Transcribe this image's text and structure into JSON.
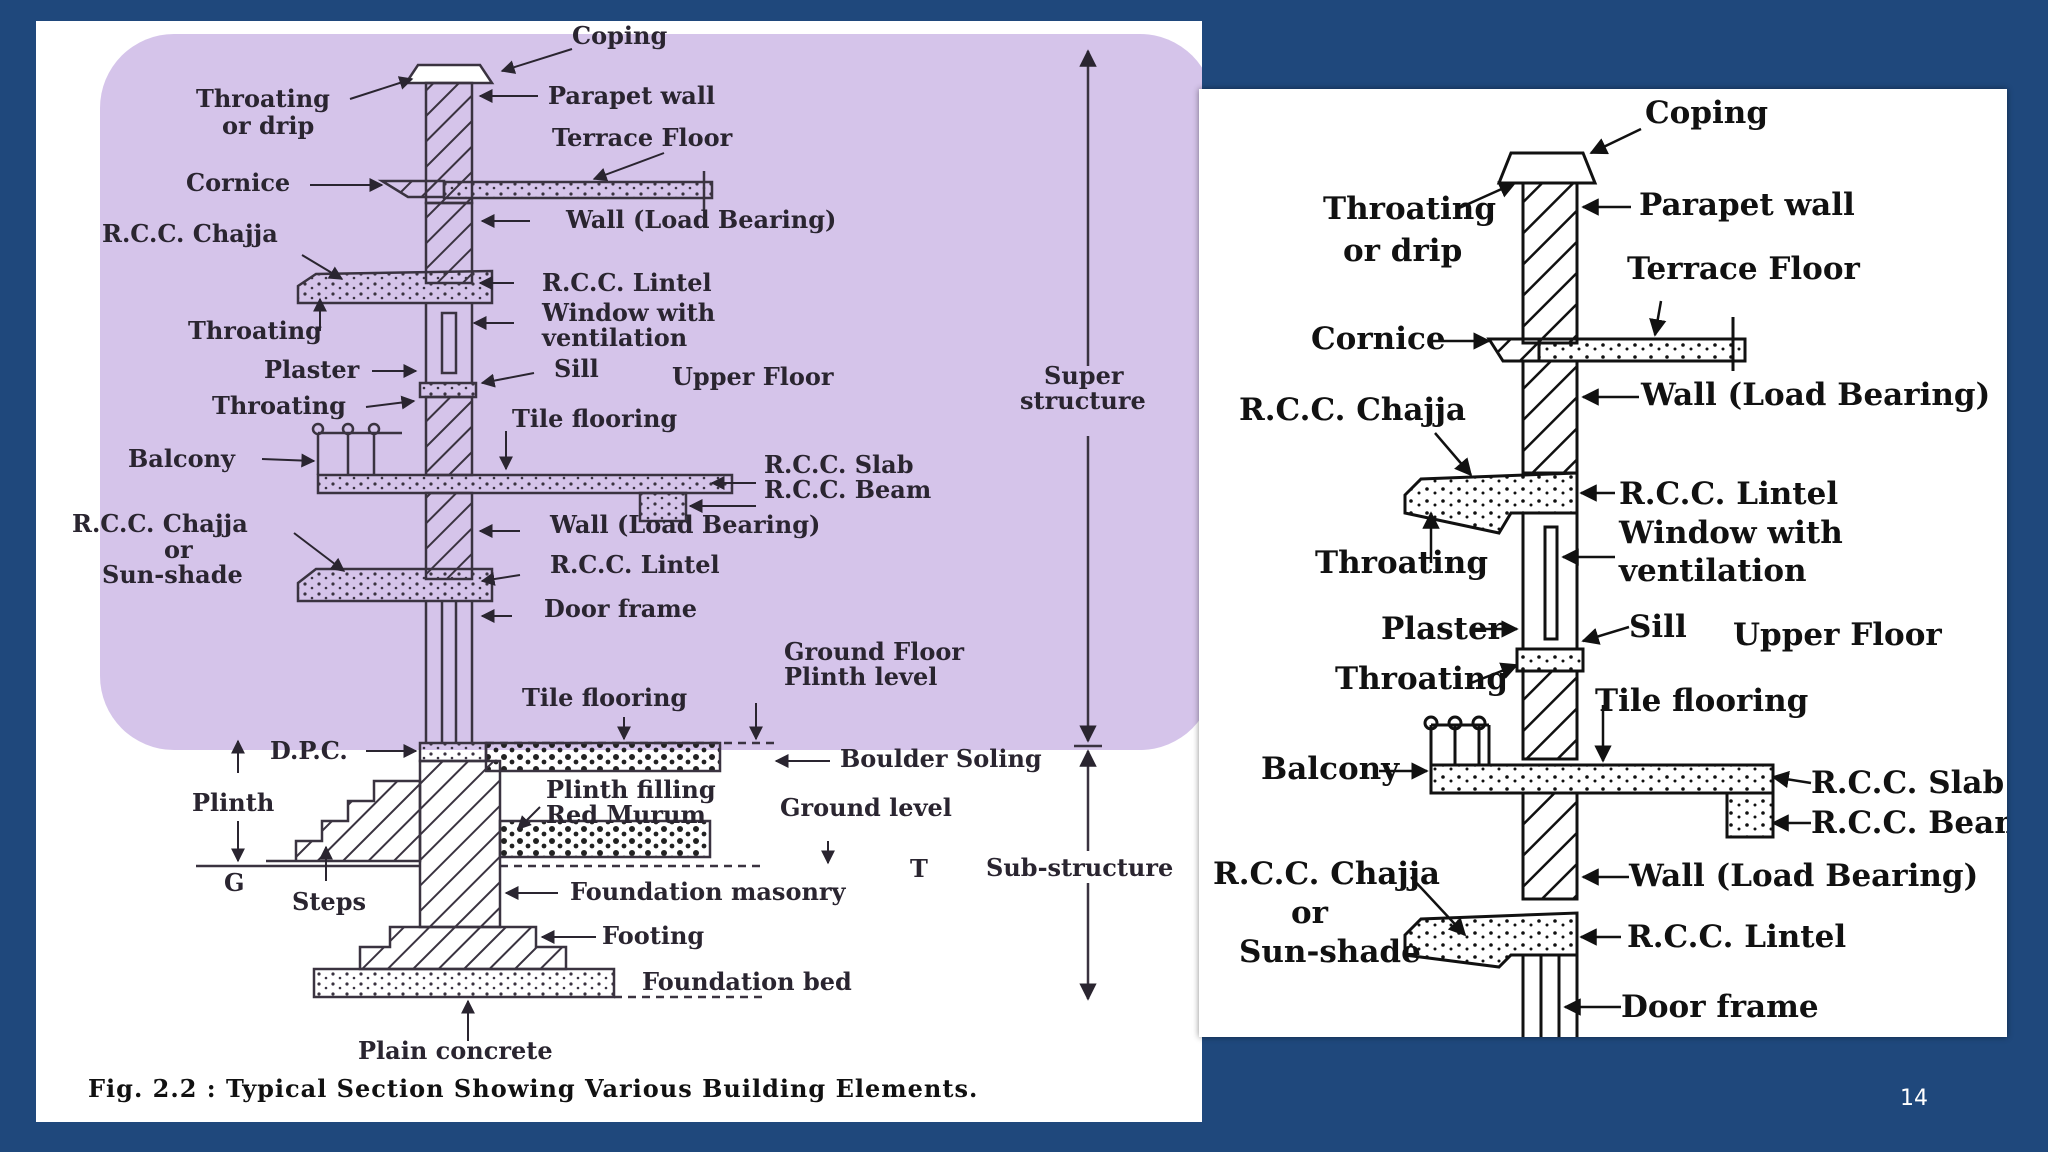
{
  "left_figure": {
    "labels": {
      "coping": "Coping",
      "throating_drip": [
        "Throating",
        "or drip"
      ],
      "parapet_wall": "Parapet wall",
      "terrace_floor": "Terrace Floor",
      "cornice": "Cornice",
      "wall_load_bearing_top": "Wall (Load Bearing)",
      "rcc_chajja_top": "R.C.C. Chajja",
      "rcc_lintel_top": "R.C.C. Lintel",
      "window": [
        "Window with",
        "ventilation"
      ],
      "throating_1": "Throating",
      "plaster": "Plaster",
      "sill": "Sill",
      "upper_floor": "Upper Floor",
      "throating_2": "Throating",
      "super_structure": [
        "Super",
        "structure"
      ],
      "tile_flooring_upper": "Tile flooring",
      "balcony": "Balcony",
      "rcc_slab": "R.C.C. Slab",
      "rcc_beam": "R.C.C. Beam",
      "rcc_chajja_bottom": [
        "R.C.C. Chajja",
        "or",
        "Sun-shade"
      ],
      "wall_load_bearing_bottom": "Wall (Load Bearing)",
      "rcc_lintel_bottom": "R.C.C. Lintel",
      "door_frame": "Door frame",
      "ground_floor_plinth": [
        "Ground Floor",
        "Plinth level"
      ],
      "tile_flooring_ground": "Tile flooring",
      "dpc": "D.P.C.",
      "boulder_soling": "Boulder Soling",
      "plinth": "Plinth",
      "plinth_filling": [
        "Plinth filling",
        "Red Murum"
      ],
      "ground_level": "Ground level",
      "g": "G",
      "t": "T",
      "sub_structure": "Sub-structure",
      "steps": "Steps",
      "foundation_masonry": "Foundation masonry",
      "footing": "Footing",
      "foundation_bed": "Foundation bed",
      "plain_concrete": "Plain concrete"
    },
    "caption": "Fig. 2.2 : Typical Section Showing Various Building Elements."
  },
  "right_figure": {
    "labels": {
      "coping": "Coping",
      "throating_drip": [
        "Throating",
        "or drip"
      ],
      "parapet_wall": "Parapet wall",
      "terrace_floor": "Terrace Floor",
      "cornice": "Cornice",
      "wall_load_bearing_top": "Wall (Load Bearing)",
      "rcc_chajja_top": "R.C.C. Chajja",
      "rcc_lintel_top": "R.C.C. Lintel",
      "window": [
        "Window with",
        "ventilation"
      ],
      "throating_1": "Throating",
      "plaster": "Plaster",
      "sill": "Sill",
      "upper_floor": "Upper Floor",
      "throating_2": "Throating",
      "tile_flooring": "Tile flooring",
      "balcony": "Balcony",
      "rcc_slab": "R.C.C. Slab",
      "rcc_beam": "R.C.C. Beam",
      "rcc_chajja_bottom": [
        "R.C.C. Chajja",
        "or",
        "Sun-shade"
      ],
      "wall_load_bearing_bottom": "Wall (Load Bearing)",
      "rcc_lintel_bottom": "R.C.C. Lintel",
      "door_frame": "Door frame"
    }
  },
  "slide_number": "14"
}
